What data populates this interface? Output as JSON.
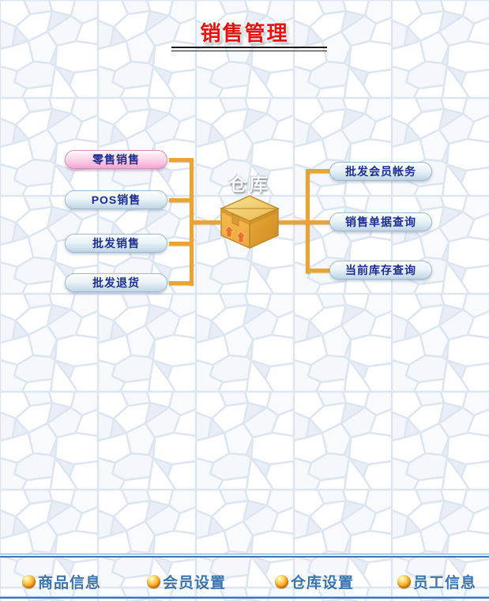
{
  "title": "销售管理",
  "center": {
    "label": "仓库"
  },
  "left_menu": [
    {
      "label": "零售销售",
      "highlighted": true
    },
    {
      "label": "POS销售",
      "highlighted": false
    },
    {
      "label": "批发销售",
      "highlighted": false
    },
    {
      "label": "批发退货",
      "highlighted": false
    }
  ],
  "right_menu": [
    {
      "label": "批发会员帐务"
    },
    {
      "label": "销售单据查询"
    },
    {
      "label": "当前库存查询"
    }
  ],
  "footer": {
    "items": [
      {
        "label": "商品信息"
      },
      {
        "label": "会员设置"
      },
      {
        "label": "仓库设置"
      },
      {
        "label": "员工信息"
      }
    ]
  },
  "colors": {
    "title_red": "#e21510",
    "button_text_navy": "#1c2e90",
    "connector_orange": "#eaa431",
    "pink_button": "#f5b4d8",
    "blue_button": "#cfe0ec",
    "footer_text_blue": "#3a74ae",
    "footer_line_blue": "#3a74ba"
  }
}
